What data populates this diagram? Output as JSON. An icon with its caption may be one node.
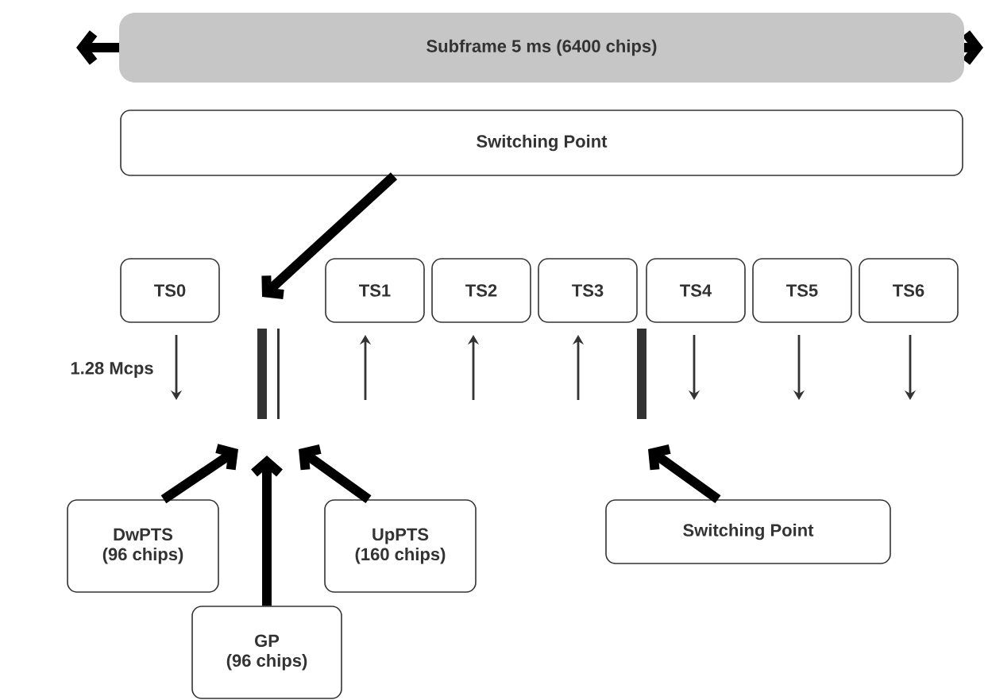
{
  "diagram": {
    "nodes": [
      {
        "text": [
          "Subframe 5 ms (6400 chips)"
        ]
      },
      {
        "text": [
          "Switching Point"
        ]
      },
      {
        "text": [
          "TS0"
        ]
      },
      {
        "text": [
          "TS1"
        ]
      },
      {
        "text": [
          "TS2"
        ]
      },
      {
        "text": [
          "TS3"
        ]
      },
      {
        "text": [
          "TS4"
        ]
      },
      {
        "text": [
          "TS5"
        ]
      },
      {
        "text": [
          "TS6"
        ]
      },
      {
        "text": [
          "DwPTS",
          "(96 chips)"
        ]
      },
      {
        "text": [
          "GP",
          "(96 chips)"
        ]
      },
      {
        "text": [
          "UpPTS",
          "(160 chips)"
        ]
      },
      {
        "text": [
          "Switching Point"
        ]
      }
    ],
    "edges": [
      {
        "from": 1,
        "to": null,
        "arrow": "to"
      },
      {
        "from": 9,
        "to": null,
        "arrow": "to"
      },
      {
        "from": 10,
        "to": null,
        "arrow": "to"
      },
      {
        "from": 11,
        "to": null,
        "arrow": "to"
      },
      {
        "from": 12,
        "to": null,
        "arrow": "to"
      }
    ],
    "labels": [
      "1.28 Mcps"
    ]
  }
}
